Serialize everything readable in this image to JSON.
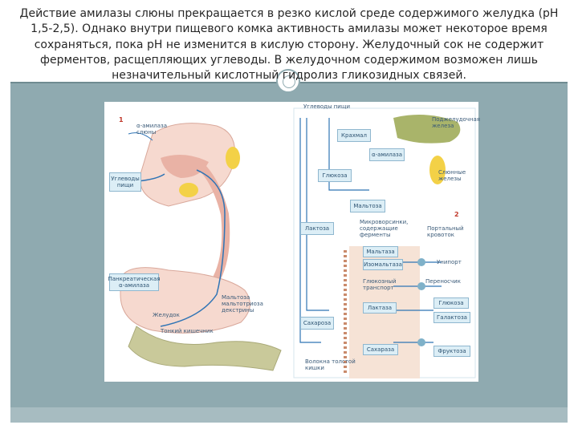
{
  "slide": {
    "paragraph": "Действие амилазы слюны прекращается в резко кислой среде содержимого желудка (рН 1,5-2,5). Однако внутри пищевого комка активность амилазы может некоторое время сохраняться, пока рН не изменится в кислую сторону. Желудочный сок не содержит ферментов, расщепляющих углеводы. В желудочном содержимом возможен лишь незначительный кислотный гидролиз гликозидных связей."
  },
  "figure": {
    "panel1_number": "1",
    "panel2_number": "2",
    "left_labels": {
      "salivary_amylase": "α-амилаза слюны",
      "food_carbs": "Углеводы пищи",
      "pancreatic_amylase": "Панкреатическая α-амилаза",
      "maltose_maltotriose": "Мальтоза мальтотриоза декстрины",
      "stomach": "Желудок",
      "small_intestine": "Тонкий кишечник"
    },
    "right_labels": {
      "food_carbs": "Углеводы пищи",
      "pancreas": "Поджелудочная железа",
      "starch": "Крахмал",
      "alpha_amylase": "α-амилаза",
      "salivary_glands": "Слюнные железы",
      "glucose": "Глюкоза",
      "maltose": "Мальтоза",
      "lactose": "Лактоза",
      "microvilli": "Микроворсинки, содержащие ферменты",
      "maltase": "Мальтаза",
      "isomaltase": "Изомальтаза",
      "glucose_transporter": "Глюкозный транспорт",
      "lactase": "Лактаза",
      "sucrose": "Сахароза",
      "sucrase": "Сахараза",
      "transport": "Унипорт",
      "carrier": "Переносчик",
      "glucose_out": "Глюкоза",
      "galactose": "Галактоза",
      "fructose": "Фруктоза",
      "colon_note": "Волокна толстой кишки",
      "portal_vessel": "Портальный кровоток"
    }
  }
}
